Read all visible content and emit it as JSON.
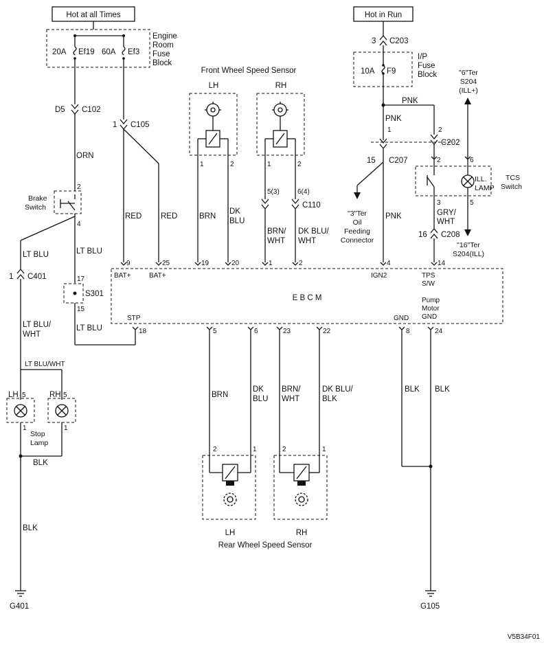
{
  "power": {
    "hot_always": "Hot at all Times",
    "hot_run": "Hot in Run",
    "engine_fuse_block": [
      "Engine",
      "Room",
      "Fuse",
      "Block"
    ],
    "ip_fuse_block": [
      "I/P",
      "Fuse",
      "Block"
    ],
    "fuses": {
      "ef19_amp": "20A",
      "ef19": "Ef19",
      "ef3_amp": "60A",
      "ef3": "Ef3",
      "f9_amp": "10A",
      "f9": "F9"
    }
  },
  "connectors": {
    "c203_pin": "3",
    "c203": "C203",
    "d5": "D5",
    "c102": "C102",
    "c105_pin": "1",
    "c105": "C105",
    "c401_pin": "1",
    "c401": "C401",
    "c110_left": "5(3)",
    "c110_right": "6(4)",
    "c110": "C110",
    "c207_pin": "15",
    "c207": "C207",
    "c202_pin_top": "2",
    "c202": "C202",
    "c208_pin": "16",
    "c208": "C208",
    "pnk_pin1": "1"
  },
  "wires": {
    "orn": "ORN",
    "red": "RED",
    "brn": "BRN",
    "dk_blu": [
      "DK",
      "BLU"
    ],
    "brn_wht": [
      "BRN/",
      "WHT"
    ],
    "dk_blu_wht": [
      "DK BLU/",
      "WHT"
    ],
    "lt_blu": "LT BLU",
    "lt_blu_wht": [
      "LT BLU/",
      "WHT"
    ],
    "lt_blu_wht_inline": "LT BLU/WHT",
    "pnk": "PNK",
    "gry_wht": [
      "GRY/",
      "WHT"
    ],
    "blk": "BLK",
    "dk_blu_blk": [
      "DK BLU/",
      "BLK"
    ]
  },
  "components": {
    "front_sensor_title": "Front Wheel Speed Sensor",
    "rear_sensor_title": "Rear Wheel Speed Sensor",
    "lh": "LH",
    "rh": "RH",
    "brake_switch": [
      "Brake",
      "Switch"
    ],
    "stop_lamp": [
      "Stop",
      "Lamp"
    ],
    "s301": "S301",
    "tcs_switch": [
      "TCS",
      "Switch"
    ],
    "ill_lamp": [
      "ILL.",
      "LAMP"
    ],
    "oil_connector": [
      "\"3\"Ter",
      "Oil",
      "Feeding",
      "Connector"
    ],
    "s204_top": [
      "\"6\"Ter",
      "S204",
      "(ILL+)"
    ],
    "s204_bottom": [
      "\"16\"Ter",
      "S204(ILL)"
    ]
  },
  "ebcm": {
    "name": "E B C M",
    "bat1": "BAT+",
    "bat2": "BAT+",
    "stp": "STP",
    "ign2": "IGN2",
    "tps": [
      "TPS",
      "S/W"
    ],
    "gnd": "GND",
    "pump_gnd": [
      "Pump",
      "Motor",
      "GND"
    ],
    "pins": {
      "p9": "9",
      "p25": "25",
      "p19": "19",
      "p20": "20",
      "p1": "1",
      "p2": "2",
      "p4": "4",
      "p14": "14",
      "p18": "18",
      "p5": "5",
      "p6": "6",
      "p23": "23",
      "p22": "22",
      "p8": "8",
      "p24": "24"
    }
  },
  "pins": {
    "n1": "1",
    "n2": "2",
    "n3": "3",
    "n4": "4",
    "n5": "5",
    "n6": "6",
    "n14": "14",
    "n15": "15",
    "n17": "17"
  },
  "grounds": {
    "g401": "G401",
    "g105": "G105"
  },
  "figure_id": "V5B34F01"
}
